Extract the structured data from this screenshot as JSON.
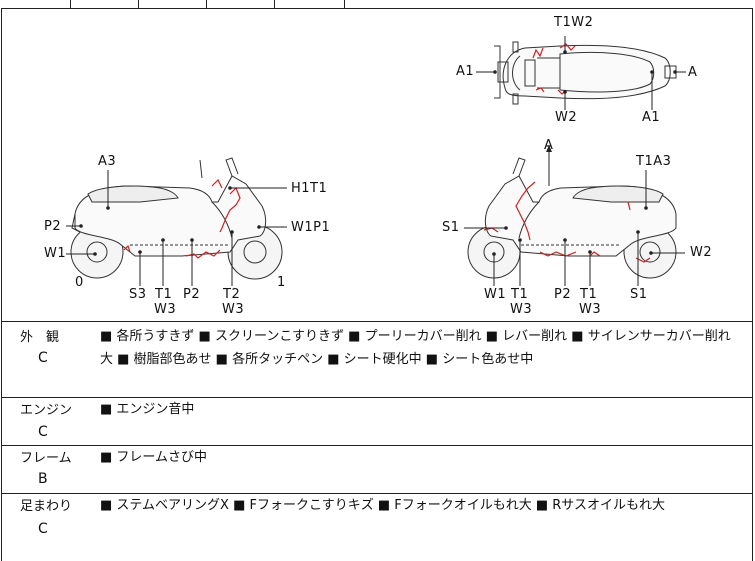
{
  "diagram": {
    "top_view_labels": {
      "t1w2": "T1W2",
      "a1_left": "A1",
      "a_right": "A",
      "w2": "W2",
      "a1_bottom": "A1"
    },
    "left_side_labels": {
      "a3": "A3",
      "h1t1": "H1T1",
      "p2_left": "P2",
      "w1p1": "W1P1",
      "w1": "W1",
      "zero": "0",
      "one": "1",
      "s3": "S3",
      "t1": "T1",
      "w3": "W3",
      "p2_bottom": "P2",
      "t2": "T2",
      "w3_b": "W3"
    },
    "right_side_labels": {
      "a": "A",
      "t1a3": "T1A3",
      "s1_left": "S1",
      "w2": "W2",
      "w1": "W1",
      "t1_a": "T1",
      "w3_a": "W3",
      "p2": "P2",
      "t1_b": "T1",
      "w3_b": "W3",
      "s1_bottom": "S1"
    },
    "damage_color": "#cc2222"
  },
  "sections": [
    {
      "title": "外　観",
      "grade": "C",
      "lines": [
        "■ 各所うすきず ■ スクリーンこすりきず ■ プーリーカバー削れ ■ レバー削れ ■ サイレンサーカバー削れ",
        "大 ■ 樹脂部色あせ ■ 各所タッチペン ■ シート硬化中 ■ シート色あせ中"
      ]
    },
    {
      "title": "エンジン",
      "grade": "C",
      "lines": [
        "■ エンジン音中"
      ]
    },
    {
      "title": "フレーム",
      "grade": "B",
      "lines": [
        "■ フレームさび中"
      ]
    },
    {
      "title": "足まわり",
      "grade": "C",
      "lines": [
        "■ ステムベアリングX ■ Fフォークこすりキズ ■ Fフォークオイルもれ大 ■ Rサスオイルもれ大"
      ]
    }
  ]
}
